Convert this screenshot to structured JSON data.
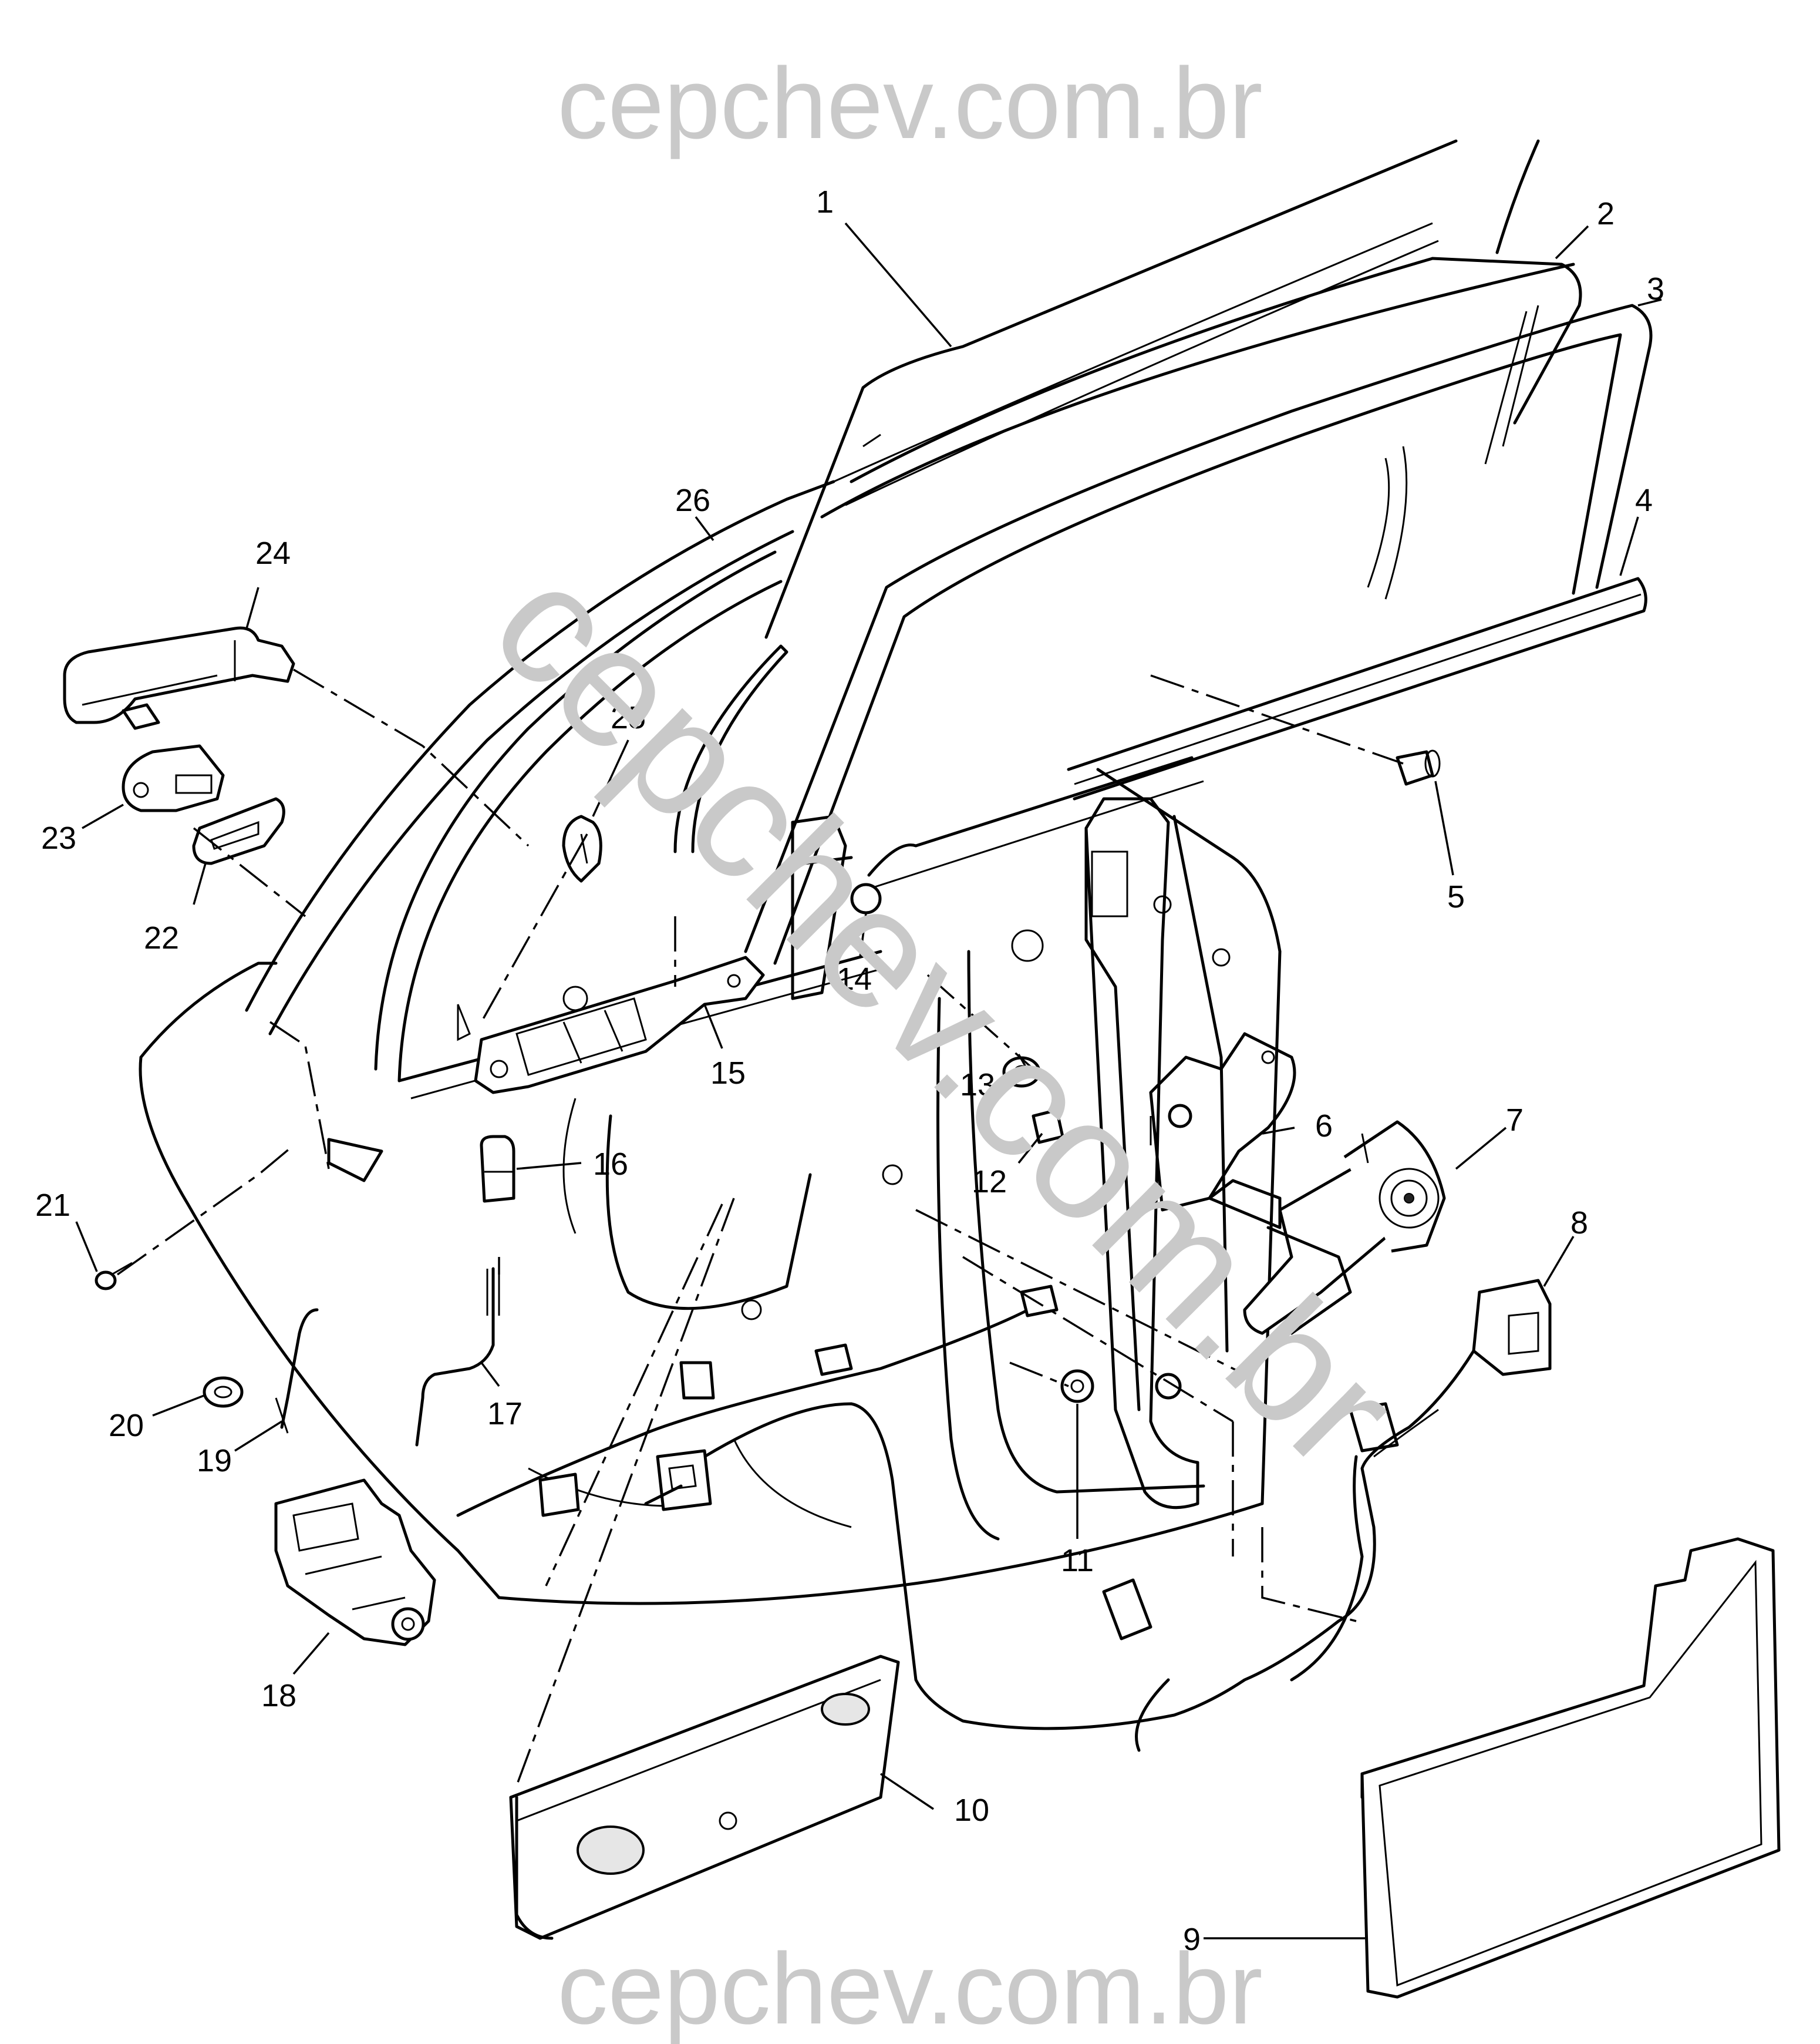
{
  "watermarks": {
    "top": "cepchev.com.br",
    "bottom": "cepchev.com.br",
    "diagonal": "cepchev.com.br"
  },
  "callouts": [
    {
      "id": "1",
      "label": "1"
    },
    {
      "id": "2",
      "label": "2"
    },
    {
      "id": "3",
      "label": "3"
    },
    {
      "id": "4",
      "label": "4"
    },
    {
      "id": "5",
      "label": "5"
    },
    {
      "id": "6",
      "label": "6"
    },
    {
      "id": "7",
      "label": "7"
    },
    {
      "id": "8",
      "label": "8"
    },
    {
      "id": "9",
      "label": "9"
    },
    {
      "id": "10",
      "label": "10"
    },
    {
      "id": "11",
      "label": "11"
    },
    {
      "id": "12",
      "label": "12"
    },
    {
      "id": "13",
      "label": "13"
    },
    {
      "id": "14",
      "label": "14"
    },
    {
      "id": "15",
      "label": "15"
    },
    {
      "id": "16",
      "label": "16"
    },
    {
      "id": "17",
      "label": "17"
    },
    {
      "id": "18",
      "label": "18"
    },
    {
      "id": "19",
      "label": "19"
    },
    {
      "id": "20",
      "label": "20"
    },
    {
      "id": "21",
      "label": "21"
    },
    {
      "id": "22",
      "label": "22"
    },
    {
      "id": "23",
      "label": "23"
    },
    {
      "id": "24",
      "label": "24"
    },
    {
      "id": "25",
      "label": "25"
    },
    {
      "id": "26",
      "label": "26"
    }
  ]
}
